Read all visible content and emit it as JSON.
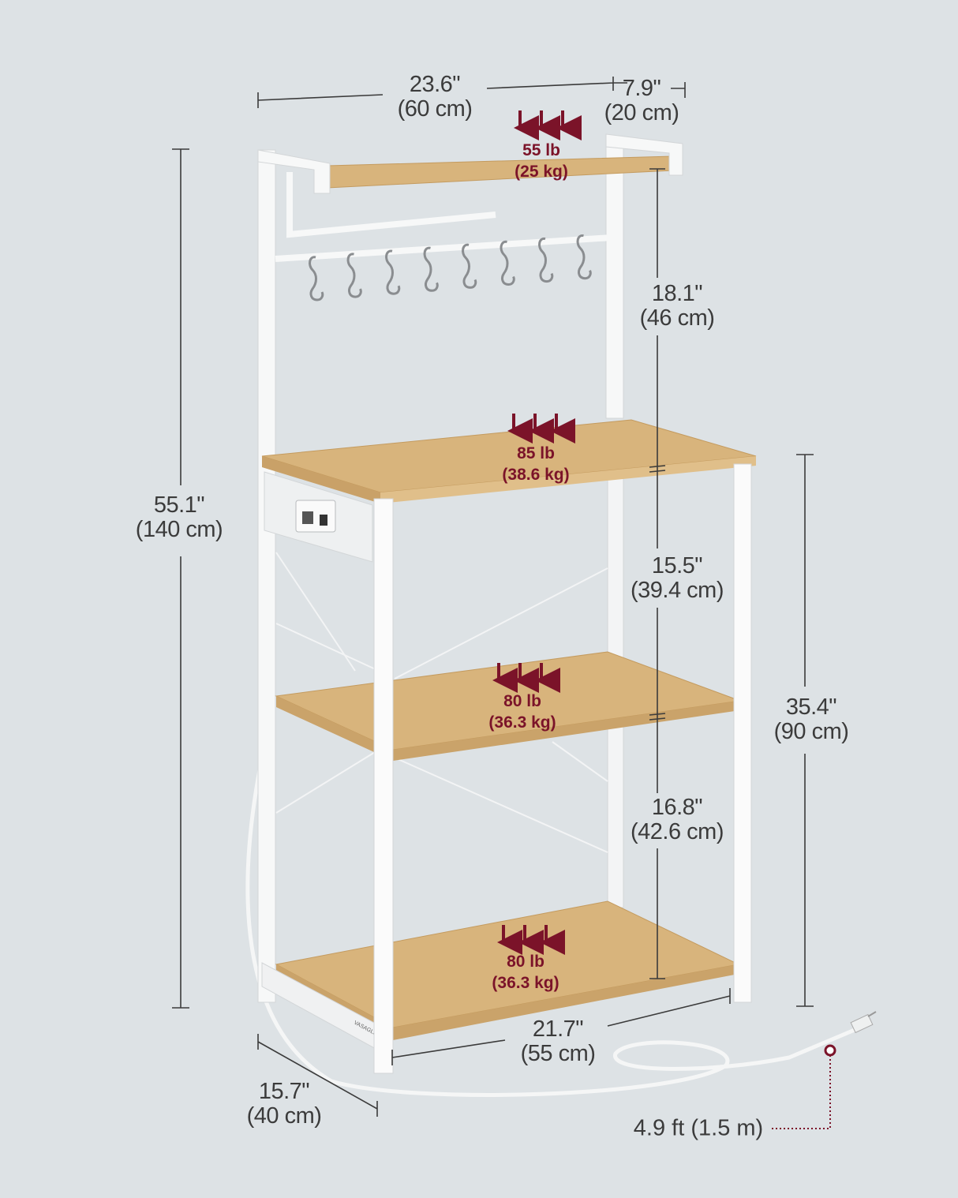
{
  "colors": {
    "background": "#dde2e5",
    "wood": "#d8b47c",
    "frame": "#f7f8f8",
    "dimension_text": "#3b3b3b",
    "load_text": "#7b1329"
  },
  "dimensions": {
    "top_width": {
      "imperial": "23.6\"",
      "metric": "(60 cm)"
    },
    "top_depth": {
      "imperial": "7.9\"",
      "metric": "(20 cm)"
    },
    "total_height": {
      "imperial": "55.1\"",
      "metric": "(140 cm)"
    },
    "upper_gap": {
      "imperial": "18.1\"",
      "metric": "(46 cm)"
    },
    "middle_gap": {
      "imperial": "15.5\"",
      "metric": "(39.4 cm)"
    },
    "lower_gap": {
      "imperial": "16.8\"",
      "metric": "(42.6 cm)"
    },
    "worktop_height": {
      "imperial": "35.4\"",
      "metric": "(90 cm)"
    },
    "base_width": {
      "imperial": "21.7\"",
      "metric": "(55 cm)"
    },
    "base_depth": {
      "imperial": "15.7\"",
      "metric": "(40 cm)"
    },
    "cord_length": "4.9 ft (1.5 m)"
  },
  "loads": [
    {
      "imperial": "55 lb",
      "metric": "(25 kg)"
    },
    {
      "imperial": "85 lb",
      "metric": "(38.6 kg)"
    },
    {
      "imperial": "80 lb",
      "metric": "(36.3 kg)"
    },
    {
      "imperial": "80 lb",
      "metric": "(36.3 kg)"
    }
  ],
  "brand_mark": "VASAGLE",
  "hook_count": 8
}
